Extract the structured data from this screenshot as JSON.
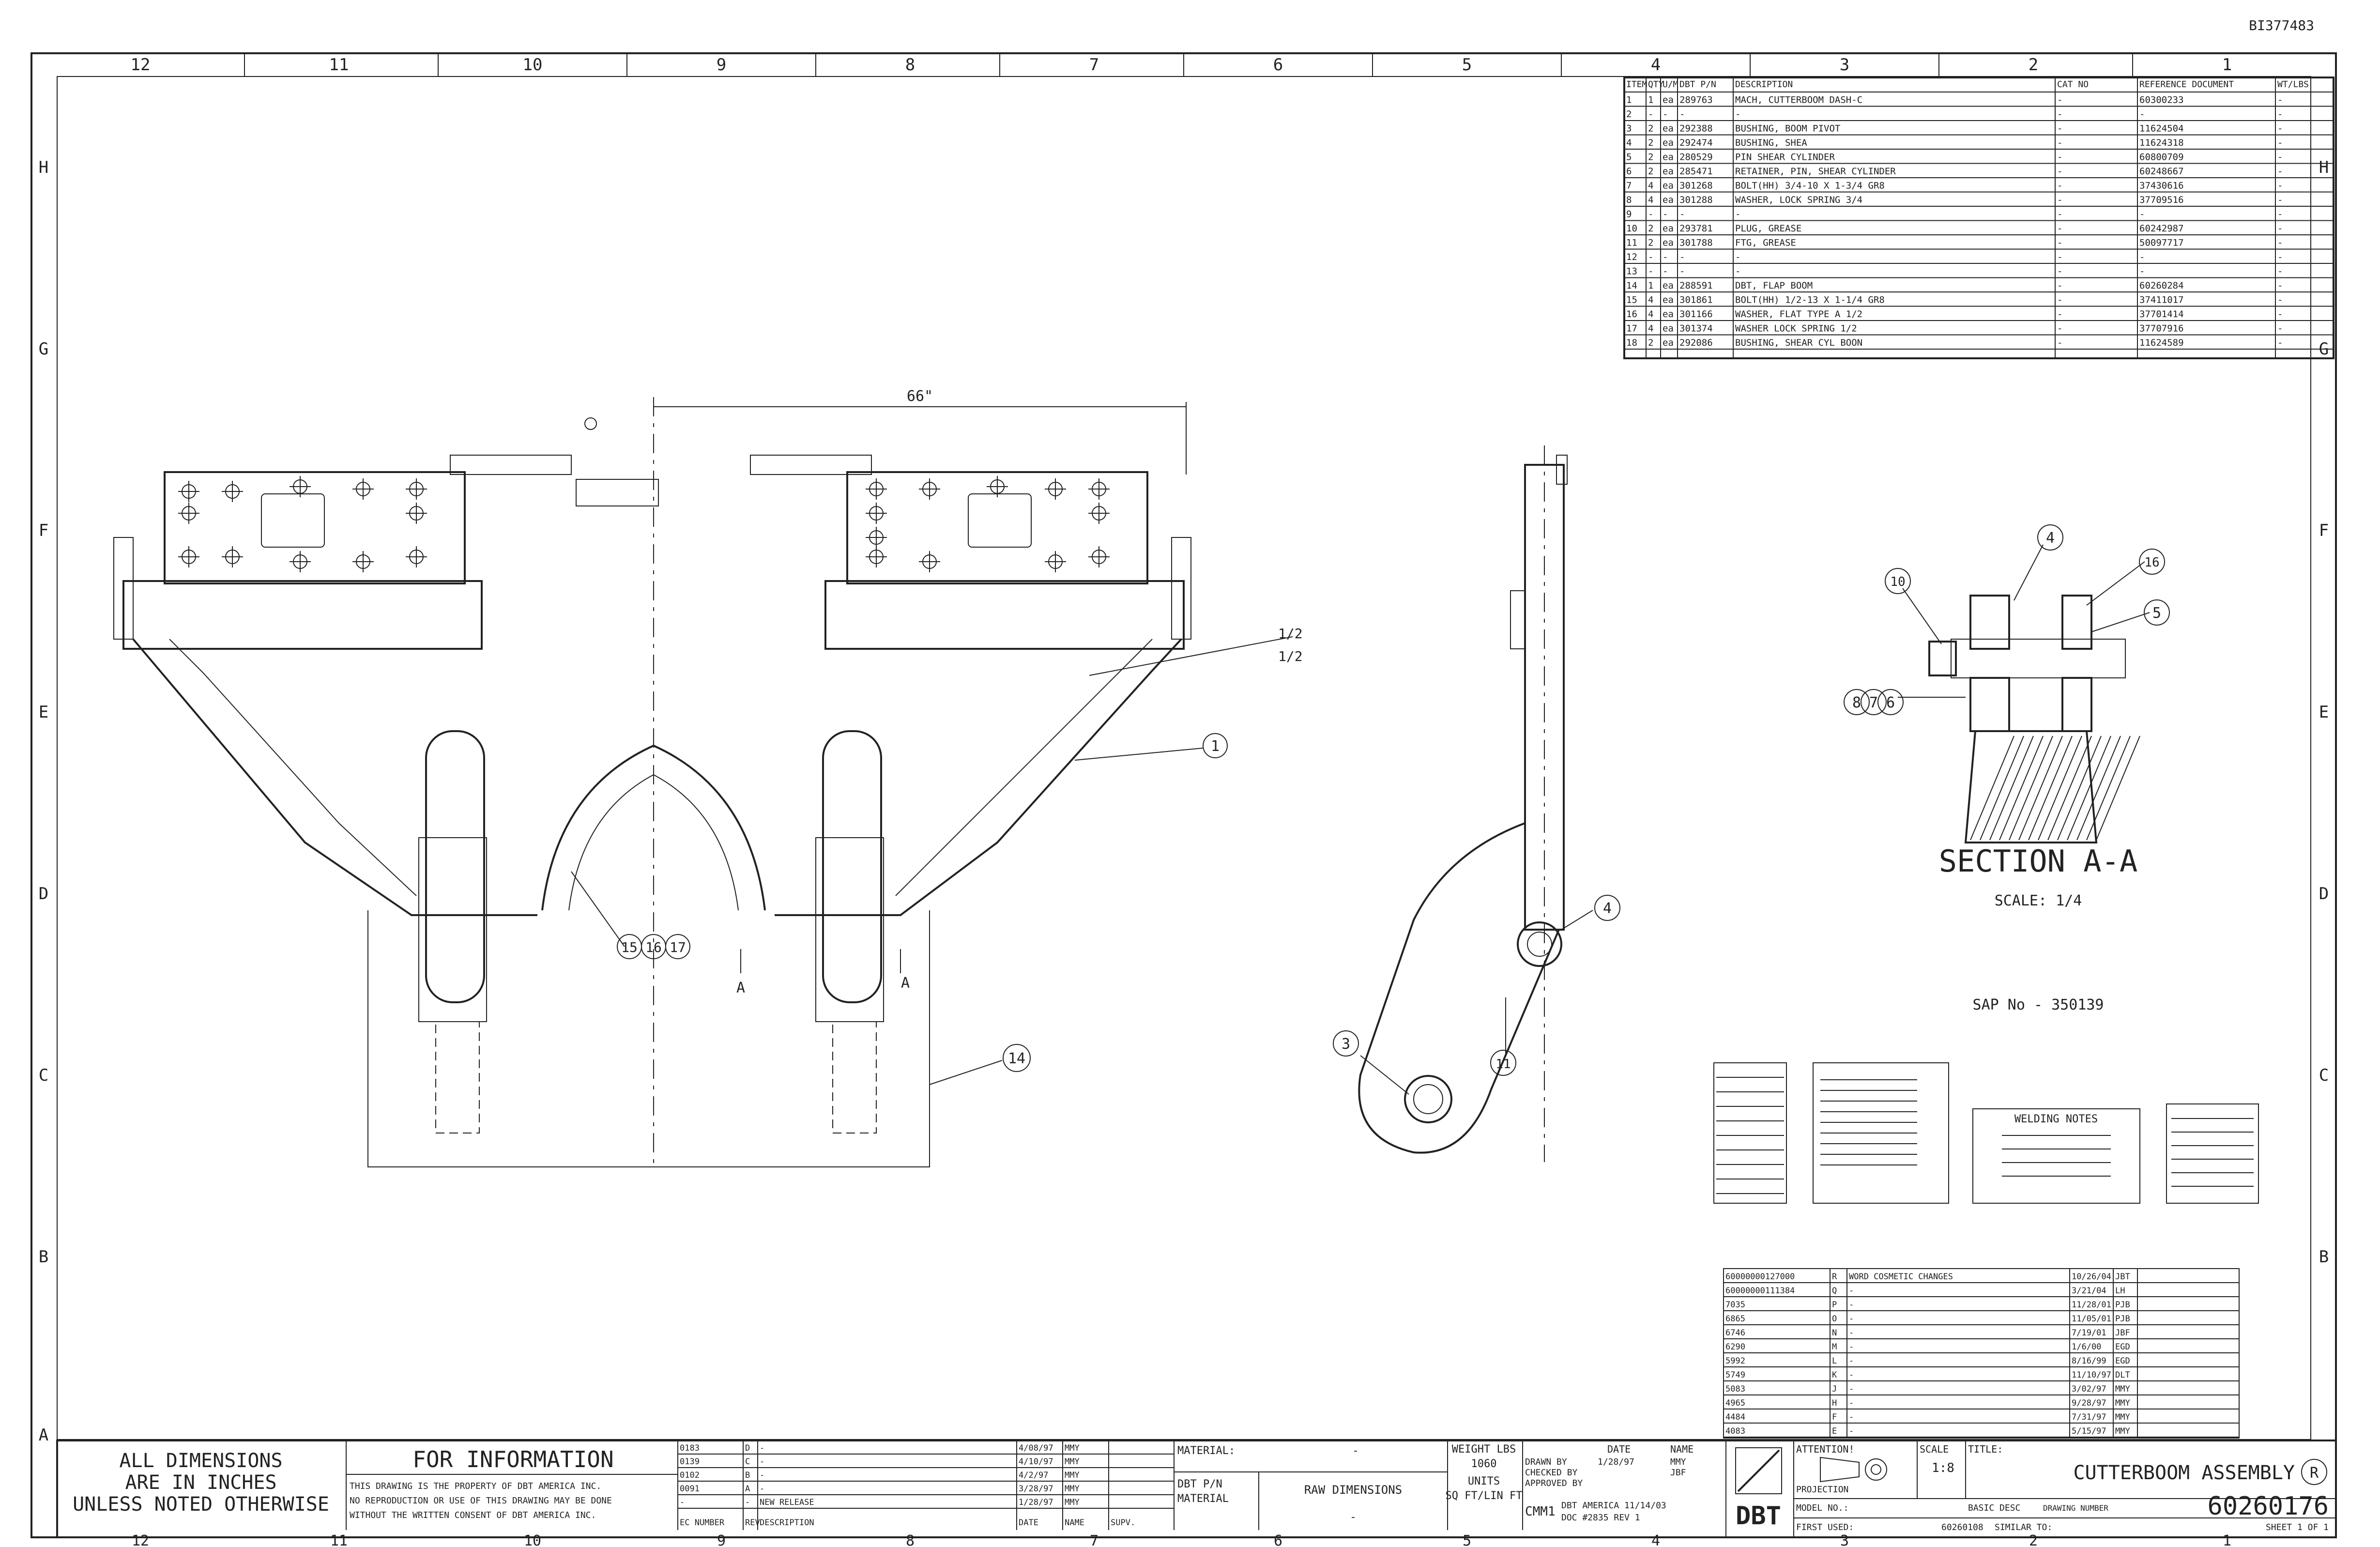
{
  "doc_id": "BI377483",
  "zones": {
    "top": [
      "12",
      "11",
      "10",
      "9",
      "8",
      "7",
      "6",
      "5",
      "4",
      "3",
      "2",
      "1"
    ],
    "side": [
      "H",
      "G",
      "F",
      "E",
      "D",
      "C",
      "B"
    ],
    "bottom_left": "A"
  },
  "bom": {
    "headers": [
      "ITEM",
      "QTY",
      "U/M",
      "DBT P/N",
      "DESCRIPTION",
      "CAT NO",
      "REFERENCE DOCUMENT",
      "WT/LBS"
    ],
    "rows": [
      [
        "1",
        "1",
        "ea",
        "289763",
        "MACH, CUTTERBOOM DASH-C",
        "-",
        "60300233",
        "-"
      ],
      [
        "2",
        "-",
        "-",
        "-",
        "-",
        "-",
        "-",
        "-"
      ],
      [
        "3",
        "2",
        "ea",
        "292388",
        "BUSHING, BOOM PIVOT",
        "-",
        "11624504",
        "-"
      ],
      [
        "4",
        "2",
        "ea",
        "292474",
        "BUSHING, SHEA",
        "-",
        "11624318",
        "-"
      ],
      [
        "5",
        "2",
        "ea",
        "280529",
        "PIN SHEAR CYLINDER",
        "-",
        "60800709",
        "-"
      ],
      [
        "6",
        "2",
        "ea",
        "285471",
        "RETAINER, PIN, SHEAR CYLINDER",
        "-",
        "60248667",
        "-"
      ],
      [
        "7",
        "4",
        "ea",
        "301268",
        "BOLT(HH) 3/4-10 X 1-3/4 GR8",
        "-",
        "37430616",
        "-"
      ],
      [
        "8",
        "4",
        "ea",
        "301288",
        "WASHER, LOCK SPRING 3/4",
        "-",
        "37709516",
        "-"
      ],
      [
        "9",
        "-",
        "-",
        "-",
        "-",
        "-",
        "-",
        "-"
      ],
      [
        "10",
        "2",
        "ea",
        "293781",
        "PLUG, GREASE",
        "-",
        "60242987",
        "-"
      ],
      [
        "11",
        "2",
        "ea",
        "301788",
        "FTG, GREASE",
        "-",
        "50097717",
        "-"
      ],
      [
        "12",
        "-",
        "-",
        "-",
        "-",
        "-",
        "-",
        "-"
      ],
      [
        "13",
        "-",
        "-",
        "-",
        "-",
        "-",
        "-",
        "-"
      ],
      [
        "14",
        "1",
        "ea",
        "288591",
        "DBT, FLAP BOOM",
        "-",
        "60260284",
        "-"
      ],
      [
        "15",
        "4",
        "ea",
        "301861",
        "BOLT(HH) 1/2-13 X 1-1/4 GR8",
        "-",
        "37411017",
        "-"
      ],
      [
        "16",
        "4",
        "ea",
        "301166",
        "WASHER, FLAT TYPE A 1/2",
        "-",
        "37701414",
        "-"
      ],
      [
        "17",
        "4",
        "ea",
        "301374",
        "WASHER LOCK SPRING 1/2",
        "-",
        "37707916",
        "-"
      ],
      [
        "18",
        "2",
        "ea",
        "292086",
        "BUSHING, SHEAR CYL BOON",
        "-",
        "11624589",
        "-"
      ]
    ]
  },
  "views": {
    "front_dimension": "66\"",
    "weld_note_upper": "1/2",
    "weld_note_lower": "1/2",
    "section_marker": "A",
    "balloons_front": [
      "1",
      "14",
      "15",
      "16",
      "17"
    ],
    "balloons_side": [
      "3",
      "4",
      "11"
    ],
    "balloons_section": [
      "4",
      "16",
      "5",
      "10",
      "8",
      "7",
      "6"
    ],
    "section_title": "SECTION A-A",
    "section_scale": "SCALE: 1/4",
    "sap_no": "SAP No - 350139"
  },
  "welding_notes_title": "WELDING NOTES",
  "revisions": {
    "rows": [
      [
        "60000000127000",
        "R",
        "WORD COSMETIC CHANGES",
        "10/26/04",
        "JBT"
      ],
      [
        "60000000111384",
        "Q",
        "-",
        "3/21/04",
        "LH"
      ],
      [
        "7035",
        "P",
        "-",
        "11/28/01",
        "PJB"
      ],
      [
        "6865",
        "O",
        "-",
        "11/05/01",
        "PJB"
      ],
      [
        "6746",
        "N",
        "-",
        "7/19/01",
        "JBF"
      ],
      [
        "6290",
        "M",
        "-",
        "1/6/00",
        "EGD"
      ],
      [
        "5992",
        "L",
        "-",
        "8/16/99",
        "EGD"
      ],
      [
        "5749",
        "K",
        "-",
        "11/10/97",
        "DLT"
      ],
      [
        "5083",
        "J",
        "-",
        "3/02/97",
        "MMY"
      ],
      [
        "4965",
        "H",
        "-",
        "9/28/97",
        "MMY"
      ],
      [
        "4484",
        "F",
        "-",
        "7/31/97",
        "MMY"
      ],
      [
        "4083",
        "E",
        "-",
        "5/15/97",
        "MMY"
      ]
    ]
  },
  "title_block": {
    "dims_line1": "ALL DIMENSIONS",
    "dims_line2": "ARE IN INCHES",
    "dims_line3": "UNLESS NOTED OTHERWISE",
    "for_information": "FOR INFORMATION",
    "notice_line1": "THIS DRAWING IS THE PROPERTY OF DBT AMERICA INC.",
    "notice_line2": "NO REPRODUCTION OR USE OF THIS DRAWING MAY BE DONE",
    "notice_line3": "WITHOUT THE WRITTEN CONSENT OF DBT AMERICA INC.",
    "rev_history": [
      [
        "0183",
        "D",
        "-",
        "4/08/97",
        "MMY"
      ],
      [
        "0139",
        "C",
        "-",
        "4/10/97",
        "MMY"
      ],
      [
        "0102",
        "B",
        "-",
        "4/2/97",
        "MMY"
      ],
      [
        "0091",
        "A",
        "-",
        "3/28/97",
        "MMY"
      ],
      [
        "-",
        "-",
        "NEW RELEASE",
        "1/28/97",
        "MMY"
      ]
    ],
    "rev_footer": [
      "EC NUMBER",
      "REV",
      "DESCRIPTION",
      "DATE",
      "NAME",
      "SUPV."
    ],
    "material_label": "MATERIAL:",
    "material_value": "-",
    "dbt_pn_label": "DBT P/N",
    "dbt_pn_material": "MATERIAL",
    "raw_dimensions": "RAW DIMENSIONS",
    "weight_label": "WEIGHT LBS",
    "weight_value": "1060",
    "units_label": "UNITS",
    "units_value": "SQ FT/LIN FT",
    "drawn_by_label": "DRAWN BY",
    "drawn_by_date": "1/28/97",
    "drawn_by_name": "MMY",
    "checked_label": "CHECKED BY",
    "checked_name": "JBF",
    "approved_label": "APPROVED BY",
    "date_header": "DATE",
    "name_header": "NAME",
    "cmm_label": "CMM1",
    "cmm_company": "DBT AMERICA 11/14/03",
    "cmm_doc": "DOC #2835 REV 1",
    "logo_text": "DBT",
    "attention_label": "ATTENTION!",
    "projection_label": "PROJECTION",
    "scale_label": "SCALE",
    "scale_value": "1:8",
    "title_label": "TITLE:",
    "title_value": "CUTTERBOOM ASSEMBLY",
    "title_rev": "R",
    "model_label": "MODEL NO.:",
    "basic_desc": "BASIC DESC",
    "drawing_number_label": "DRAWING NUMBER",
    "drawing_number": "60260176",
    "first_used_label": "FIRST USED:",
    "first_used_value": "60260108",
    "similar_to": "SIMILAR TO:",
    "sheet": "SHEET 1 OF 1"
  }
}
